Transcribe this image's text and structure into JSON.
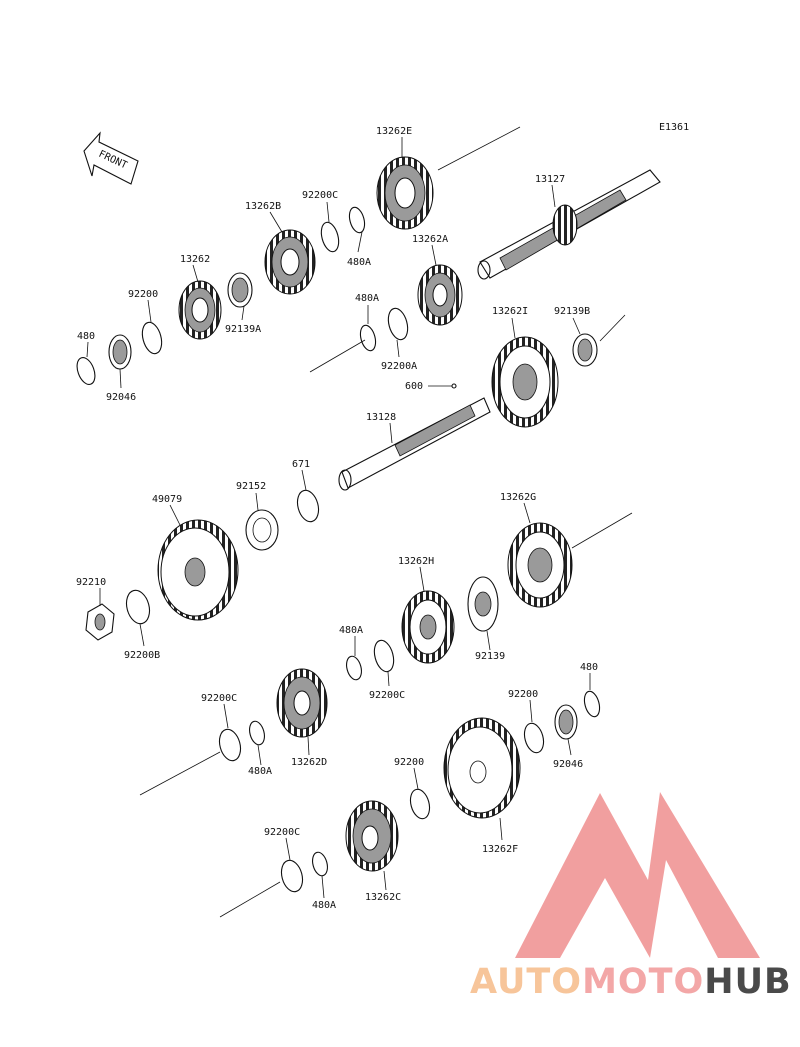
{
  "diagram_code": "E1361",
  "front_label": "FRONT",
  "brand": {
    "part1": "AUTO",
    "part2": "MOTO",
    "part3": "HUB",
    "color1": "#f7c59a",
    "color2": "#f3a7a7",
    "color3": "#4a4a4a",
    "logo_color": "#ef8f8f"
  },
  "parts": {
    "p13262E": "13262E",
    "p13127": "13127",
    "p92200C_top": "92200C",
    "p13262B": "13262B",
    "p13262A": "13262A",
    "p480A_top": "480A",
    "p13262": "13262",
    "p92200_top": "92200",
    "p92139A": "92139A",
    "p480A_mid": "480A",
    "p480_top": "480",
    "p92046_top": "92046",
    "p92200A": "92200A",
    "p13262I": "13262I",
    "p92139B": "92139B",
    "p600": "600",
    "p13128": "13128",
    "p671": "671",
    "p92152": "92152",
    "p49079": "49079",
    "p13262G": "13262G",
    "p92210": "92210",
    "p92200B": "92200B",
    "p13262H": "13262H",
    "p480A_low": "480A",
    "p92139": "92139",
    "p92200C_mid": "92200C",
    "p480_right": "480",
    "p92200_right": "92200",
    "p92200C_low": "92200C",
    "p13262D": "13262D",
    "p480A_low2": "480A",
    "p92046_right": "92046",
    "p92200_low": "92200",
    "p13262F": "13262F",
    "p92200C_bottom": "92200C",
    "p480A_bottom": "480A",
    "p13262C": "13262C"
  }
}
